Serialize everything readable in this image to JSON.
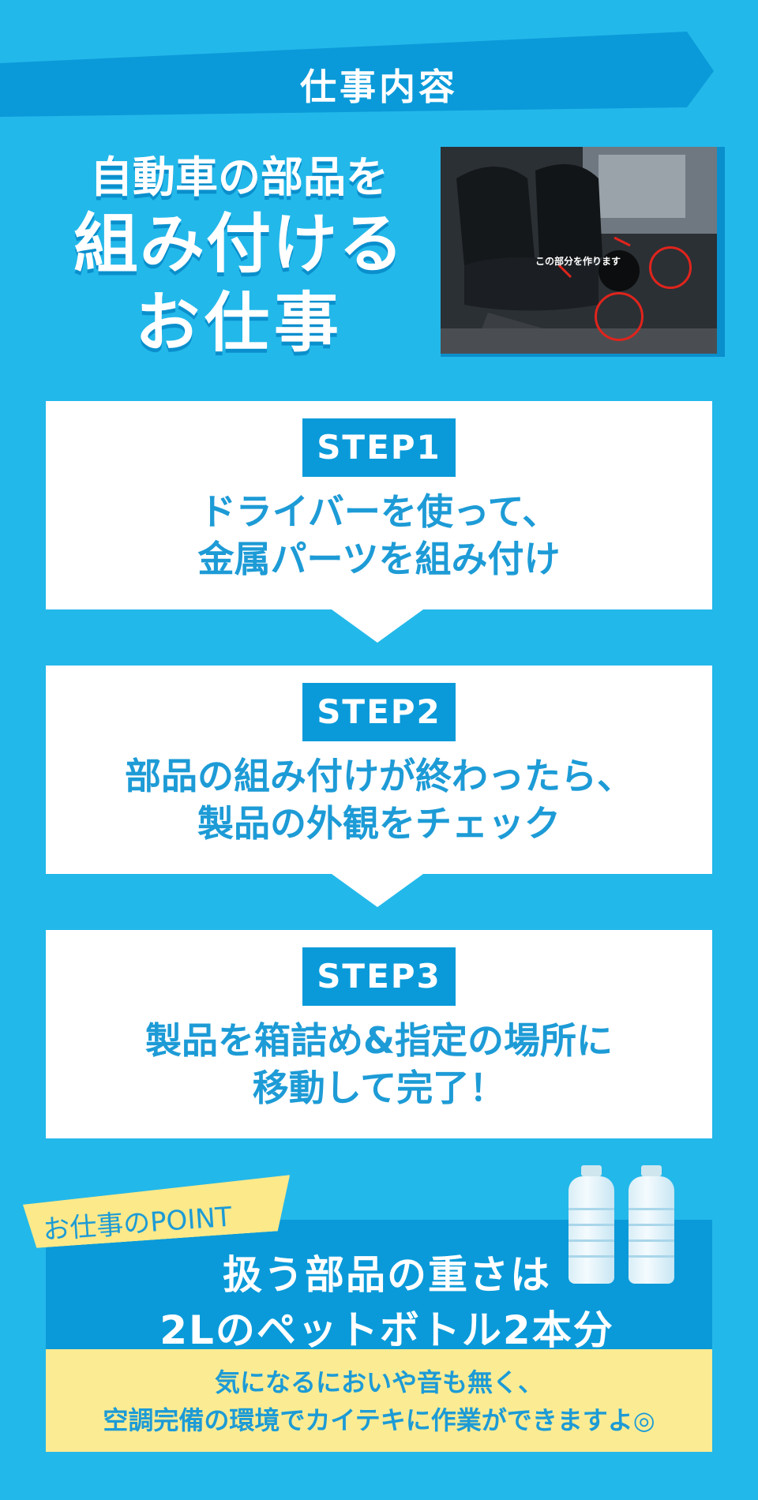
{
  "header": {
    "title": "仕事内容"
  },
  "hero": {
    "title_line1": "自動車の部品を",
    "title_line2": "組み付ける",
    "title_line3": "お仕事",
    "photo_caption": "この部分を作ります"
  },
  "steps": [
    {
      "label": "STEP1",
      "line1": "ドライバーを使って、",
      "line2": "金属パーツを組み付け"
    },
    {
      "label": "STEP2",
      "line1": "部品の組み付けが終わったら、",
      "line2": "製品の外観をチェック"
    },
    {
      "label": "STEP3",
      "line1": "製品を箱詰め&指定の場所に",
      "line2": "移動して完了！"
    }
  ],
  "point": {
    "tag": "お仕事のPOINT",
    "headline_line1": "扱う部品の重さは",
    "headline_line2": "2Lのペットボトル2本分",
    "info_line1": "気になるにおいや音も無く、",
    "info_line2": "空調完備の環境でカイテキに作業ができますよ◎"
  },
  "colors": {
    "background": "#23b8ea",
    "accent_dark": "#0a9ad9",
    "text_blue": "#1d9bd6",
    "highlight_yellow": "#fbec93",
    "annotation_red": "#e0241c"
  }
}
